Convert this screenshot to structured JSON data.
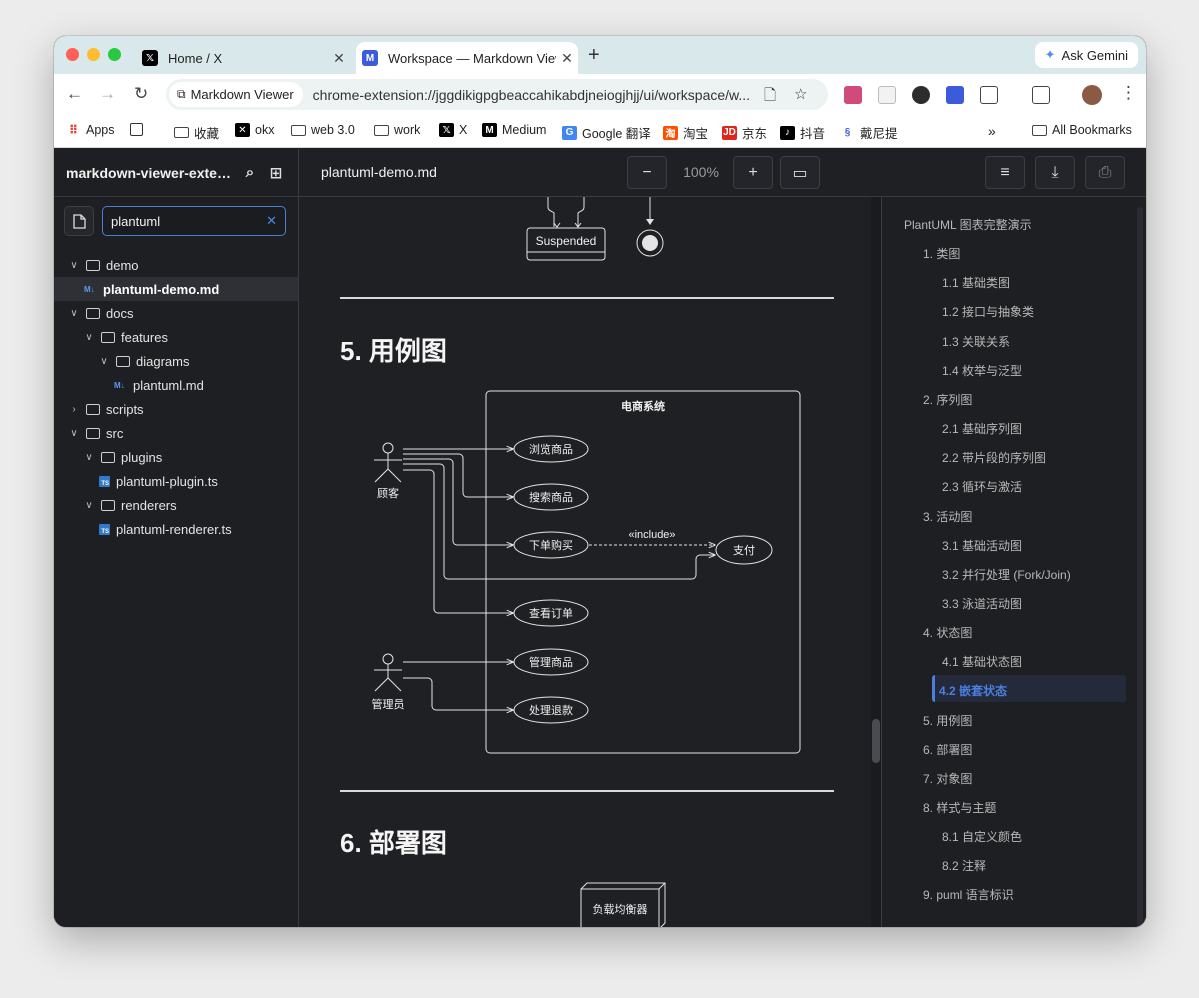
{
  "browser": {
    "tabs": [
      {
        "title": "Home / X"
      },
      {
        "title": "Workspace — Markdown Viewer"
      }
    ],
    "ask_gemini": "Ask Gemini",
    "omnibox": {
      "chip": "Markdown Viewer",
      "url": "chrome-extension://jggdikigpgbeaccahikabdjneiogjhjj/ui/workspace/w..."
    },
    "bookmarks": [
      "Apps",
      "收藏",
      "okx",
      "web 3.0",
      "work",
      "X",
      "Medium",
      "Google 翻译",
      "淘宝",
      "京东",
      "抖音",
      "戴尼提"
    ],
    "all_bookmarks": "All Bookmarks"
  },
  "sidebar": {
    "title": "markdown-viewer-extensi...",
    "filter_value": "plantuml",
    "tree": [
      {
        "label": "demo",
        "kind": "folder"
      },
      {
        "label": "plantuml-demo.md",
        "kind": "md",
        "selected": true
      },
      {
        "label": "docs",
        "kind": "folder"
      },
      {
        "label": "features",
        "kind": "folder"
      },
      {
        "label": "diagrams",
        "kind": "folder"
      },
      {
        "label": "plantuml.md",
        "kind": "md"
      },
      {
        "label": "scripts",
        "kind": "folder-collapsed"
      },
      {
        "label": "src",
        "kind": "folder"
      },
      {
        "label": "plugins",
        "kind": "folder"
      },
      {
        "label": "plantuml-plugin.ts",
        "kind": "ts"
      },
      {
        "label": "renderers",
        "kind": "folder"
      },
      {
        "label": "plantuml-renderer.ts",
        "kind": "ts"
      }
    ]
  },
  "viewer": {
    "file_name": "plantuml-demo.md",
    "zoom": "100%",
    "sections": {
      "usecase_heading": "5. 用例图",
      "deploy_heading": "6. 部署图"
    },
    "state_diagram": {
      "suspended": "Suspended"
    },
    "usecase_diagram": {
      "system": "电商系统",
      "actors": [
        "顾客",
        "管理员"
      ],
      "usecases": [
        "浏览商品",
        "搜索商品",
        "下单购买",
        "查看订单",
        "管理商品",
        "处理退款",
        "支付"
      ],
      "include_label": "«include»"
    },
    "deploy_diagram": {
      "node": "负载均衡器"
    }
  },
  "toc": {
    "items": [
      "PlantUML 图表完整演示",
      "1. 类图",
      "1.1 基础类图",
      "1.2 接口与抽象类",
      "1.3 关联关系",
      "1.4 枚举与泛型",
      "2. 序列图",
      "2.1 基础序列图",
      "2.2 带片段的序列图",
      "2.3 循环与激活",
      "3. 活动图",
      "3.1 基础活动图",
      "3.2 并行处理 (Fork/Join)",
      "3.3 泳道活动图",
      "4. 状态图",
      "4.1 基础状态图",
      "4.2 嵌套状态",
      "5. 用例图",
      "6. 部署图",
      "7. 对象图",
      "8. 样式与主题",
      "8.1 自定义颜色",
      "8.2 注释",
      "9. puml 语言标识"
    ],
    "active_index": 16,
    "accent": "#4a7fe0"
  }
}
